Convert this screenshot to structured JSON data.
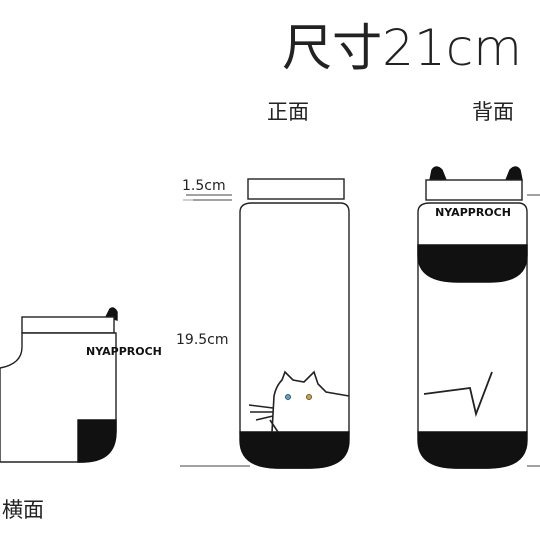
{
  "header": {
    "title": "尺寸21cm"
  },
  "views": {
    "front_label": "正面",
    "back_label": "背面",
    "side_label": "横面"
  },
  "dimensions": {
    "cuff": "1.5cm",
    "body": "19.5cm"
  },
  "brand": {
    "back_text": "NYAPPROCH",
    "side_text": "NYAPPROCH"
  },
  "colors": {
    "line": "#222222",
    "fill": "#111111",
    "cat_eye_left": "#4aa3d6",
    "cat_eye_right": "#d6a02a"
  }
}
